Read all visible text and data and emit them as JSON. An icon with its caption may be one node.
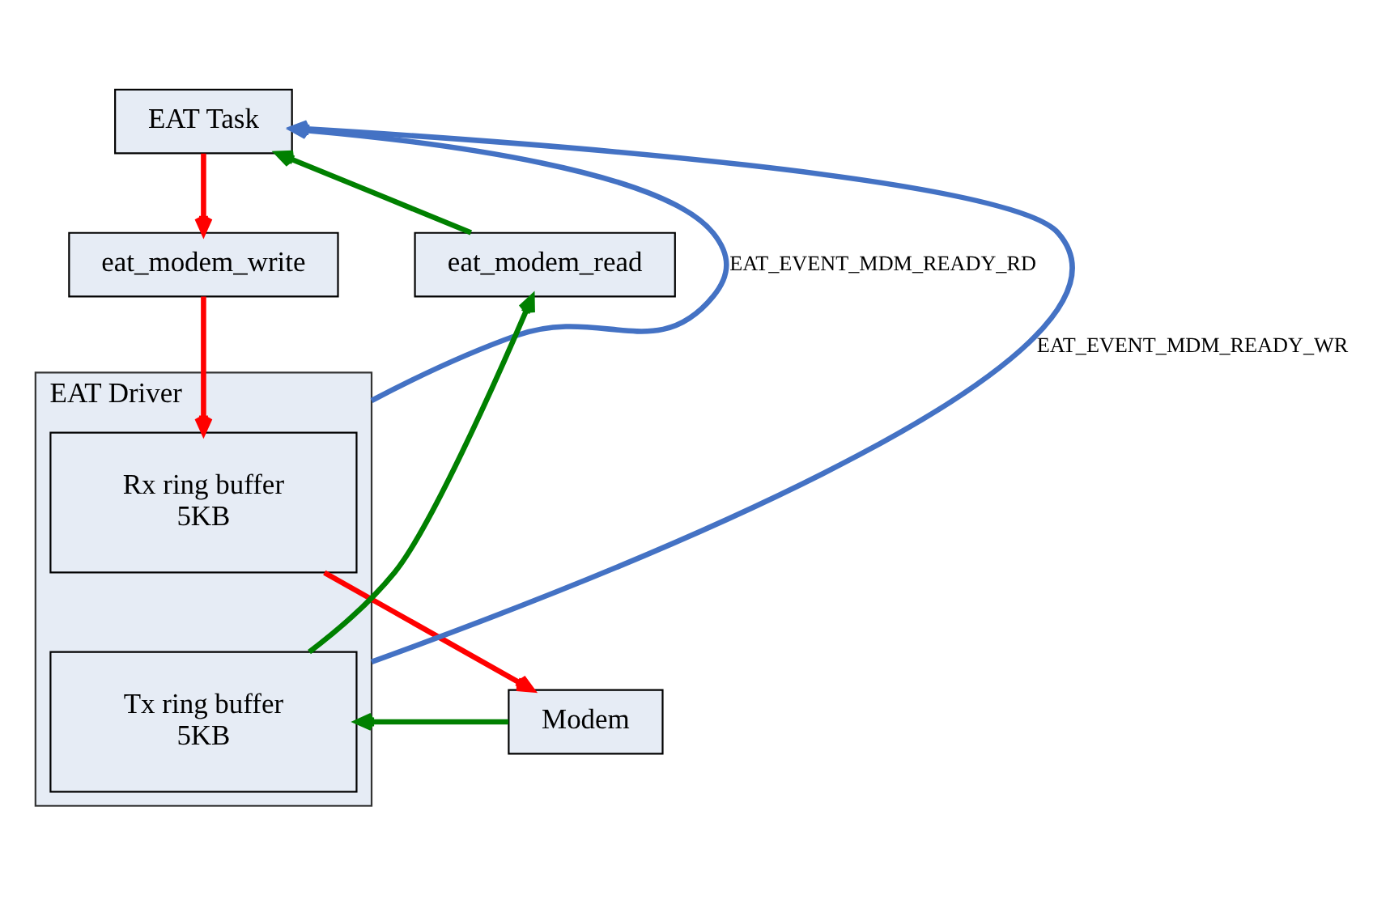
{
  "diagram": {
    "nodes": [
      {
        "text": [
          "EAT Task"
        ]
      },
      {
        "text": [
          "eat_modem_read"
        ]
      },
      {
        "text": [
          "eat_modem_write"
        ]
      },
      {
        "text": [
          "EAT Driver"
        ]
      },
      {
        "text": [
          "Rx ring buffer",
          "5KB"
        ],
        "in": 3
      },
      {
        "text": [
          "Tx ring buffer",
          "5KB"
        ],
        "in": 3
      },
      {
        "text": [
          "Modem"
        ]
      }
    ],
    "edges": [
      {
        "from": 1,
        "to": 0,
        "arrow": "to",
        "color": "#008000"
      },
      {
        "from": 0,
        "to": 2,
        "arrow": "to",
        "color": "#ff0000"
      },
      {
        "from": 2,
        "to": 4,
        "arrow": "to",
        "color": "#ff0000"
      },
      {
        "from": 4,
        "to": 6,
        "arrow": "to",
        "color": "#ff0000"
      },
      {
        "from": 6,
        "to": 5,
        "arrow": "to",
        "color": "#008000"
      },
      {
        "from": 5,
        "to": 1,
        "arrow": "to",
        "color": "#008000"
      },
      {
        "from": 3,
        "to": 0,
        "arrow": "to",
        "label": "EAT_EVENT_MDM_READY_RD",
        "color": "#4472c4"
      },
      {
        "from": 3,
        "to": 0,
        "arrow": "to",
        "label": "EAT_EVENT_MDM_READY_WR",
        "color": "#4472c4"
      }
    ]
  }
}
